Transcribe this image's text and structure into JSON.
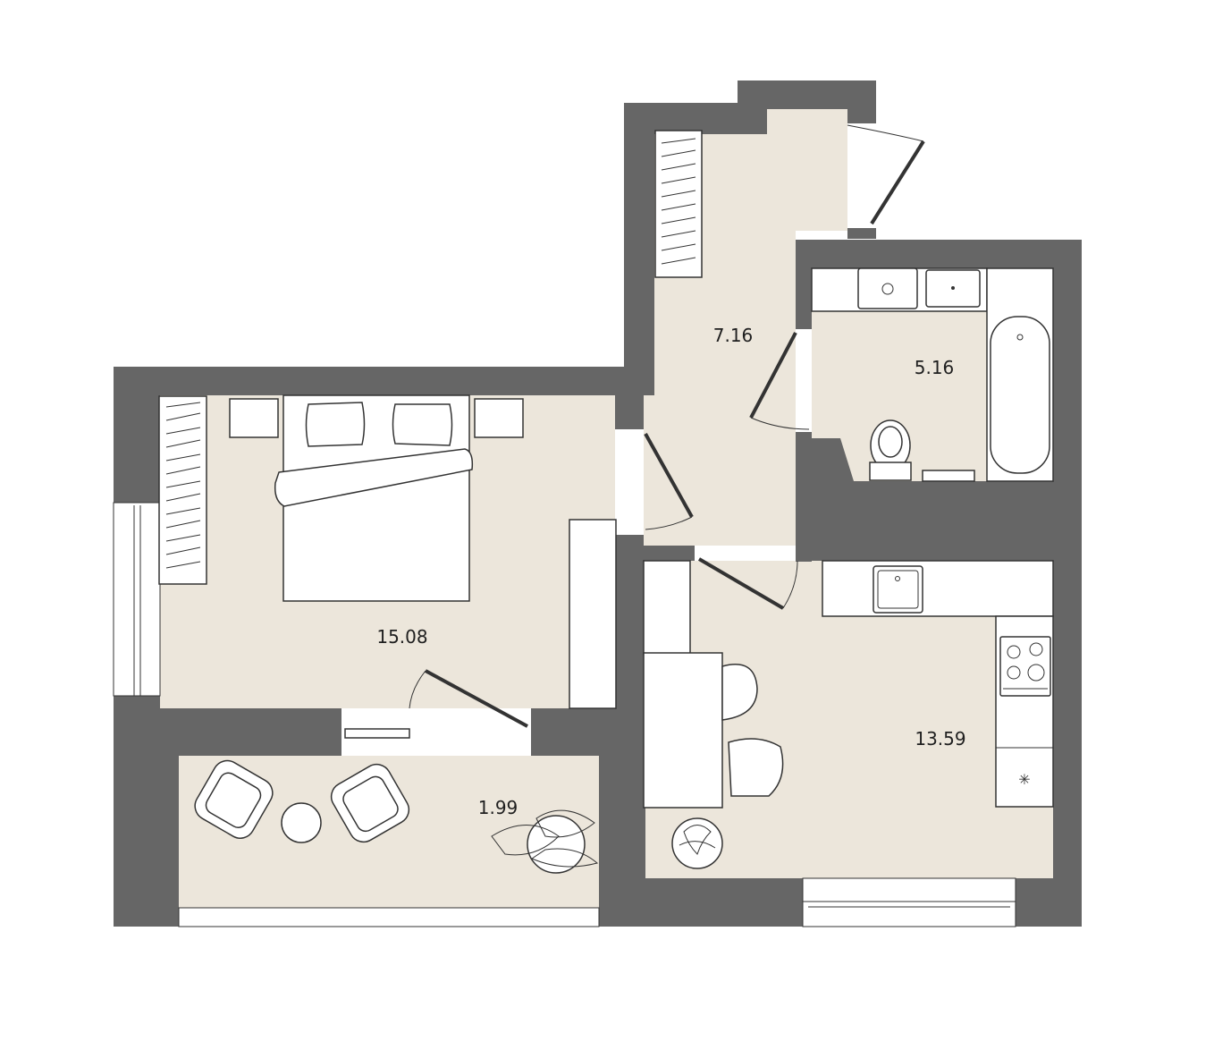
{
  "plan": {
    "rooms": [
      {
        "id": "hallway",
        "area": "7.16"
      },
      {
        "id": "bathroom",
        "area": "5.16"
      },
      {
        "id": "bedroom",
        "area": "15.08"
      },
      {
        "id": "kitchen-living",
        "area": "13.59"
      },
      {
        "id": "balcony",
        "area": "1.99"
      }
    ]
  },
  "colors": {
    "wall": "#666666",
    "floor": "#ece6db",
    "furniture": "#ffffff",
    "line": "#333333"
  }
}
